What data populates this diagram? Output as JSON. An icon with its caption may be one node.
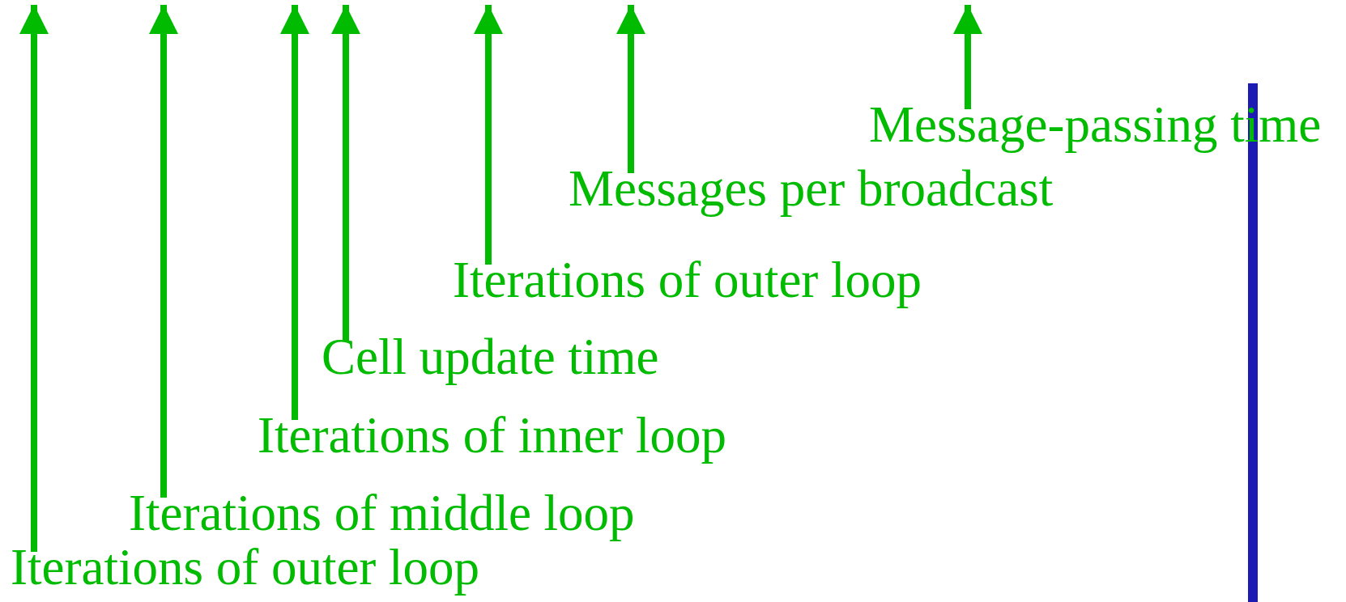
{
  "diagram": {
    "nodes": [
      {
        "text": [
          "Iterations of outer loop"
        ]
      },
      {
        "text": [
          "Iterations of middle loop"
        ]
      },
      {
        "text": [
          "Iterations of inner loop"
        ]
      },
      {
        "text": [
          "Cell update time"
        ]
      },
      {
        "text": [
          "Iterations of outer loop"
        ]
      },
      {
        "text": [
          "Messages per broadcast"
        ]
      },
      {
        "text": [
          "Message-passing time"
        ]
      }
    ],
    "edges": [
      {
        "from": 0,
        "to": null,
        "arrow": "to"
      },
      {
        "from": 1,
        "to": null,
        "arrow": "to"
      },
      {
        "from": 2,
        "to": null,
        "arrow": "to"
      },
      {
        "from": 3,
        "to": null,
        "arrow": "to"
      },
      {
        "from": 4,
        "to": null,
        "arrow": "to"
      },
      {
        "from": 5,
        "to": null,
        "arrow": "to"
      },
      {
        "from": 6,
        "to": null,
        "arrow": "to"
      }
    ]
  }
}
